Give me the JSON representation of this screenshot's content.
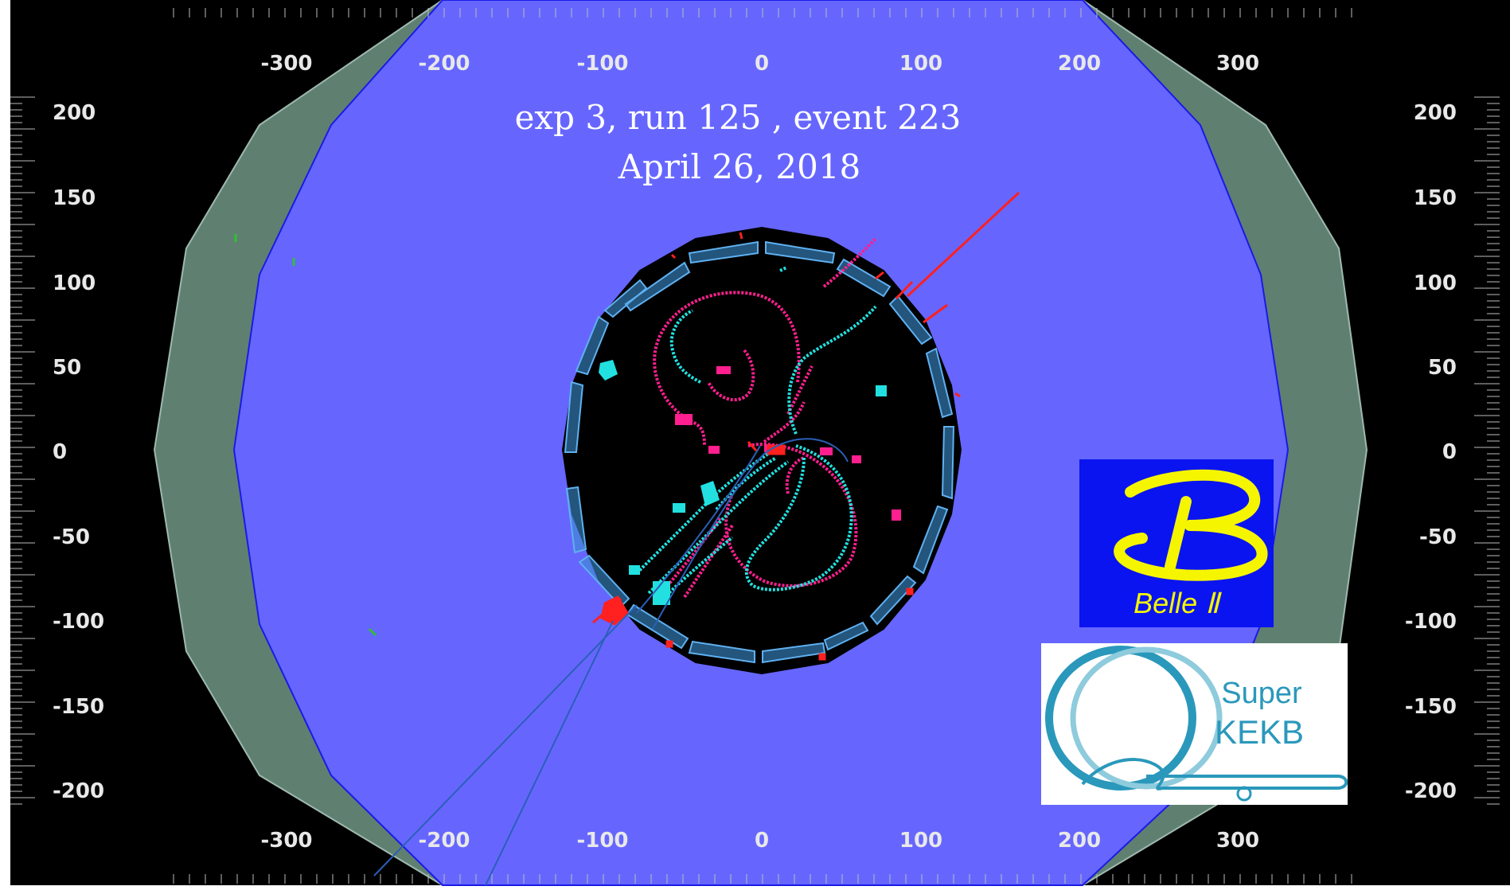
{
  "display": {
    "title_line1": "exp 3, run 125  , event 223",
    "title_line2": "April 26, 2018"
  },
  "axes": {
    "x_ticks": [
      "-300",
      "-200",
      "-100",
      "0",
      "100",
      "200",
      "300"
    ],
    "y_ticks": [
      "200",
      "150",
      "100",
      "50",
      "0",
      "-50",
      "-100",
      "-150",
      "-200"
    ]
  },
  "logos": {
    "belle": {
      "text": "Belle Ⅱ",
      "icon": "belle-b-logo"
    },
    "superkekb": {
      "line1": "Super",
      "line2": "KEKB",
      "icon": "superkekb-q-logo"
    }
  },
  "colors": {
    "background": "#000000",
    "outer_region": "#6666ff",
    "outer_ring": "#5f8070",
    "tracks_magenta": "#ff1f8f",
    "tracks_cyan": "#22e0e0",
    "ecl_hits": "#ff2020",
    "belle_logo_bg": "#0a14f0",
    "belle_logo_fg": "#f5f500",
    "kekb_color": "#2a98bb"
  }
}
